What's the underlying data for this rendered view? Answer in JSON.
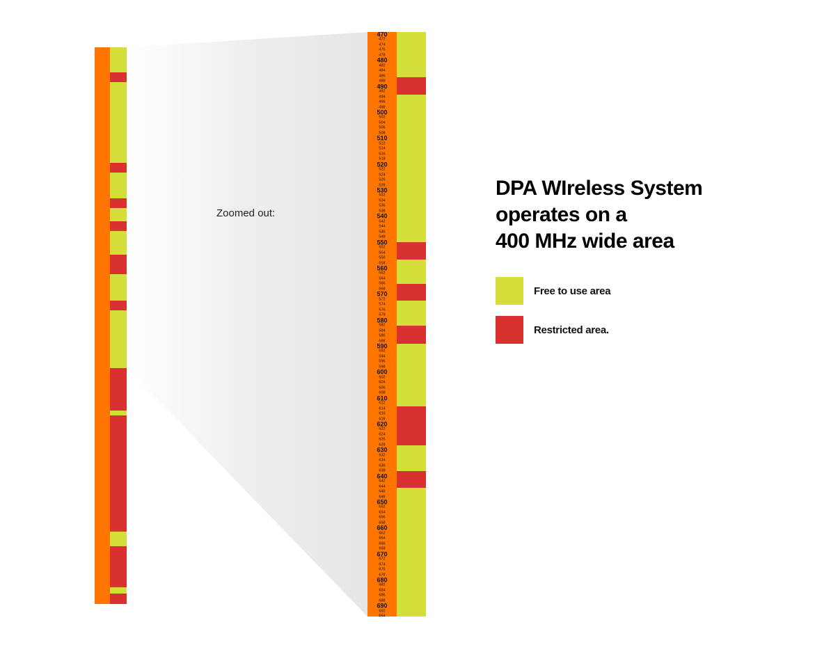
{
  "colors": {
    "spectrum": "#ff7500",
    "free": "#d4df3c",
    "restricted": "#d93030"
  },
  "caption": "Zoomed out:",
  "title_lines": [
    "DPA WIreless System",
    "operates on a",
    "400 MHz wide area"
  ],
  "legend": [
    {
      "label": "Free to use area",
      "color": "#d4df3c"
    },
    {
      "label": "Restricted area.",
      "color": "#d93030"
    }
  ],
  "overview": {
    "unit": "fraction of full range",
    "restricted": [
      [
        0.045,
        0.0625
      ],
      [
        0.2075,
        0.225
      ],
      [
        0.271,
        0.289
      ],
      [
        0.3125,
        0.33
      ],
      [
        0.3725,
        0.4075
      ],
      [
        0.455,
        0.4725
      ],
      [
        0.576,
        0.6525
      ],
      [
        0.66125,
        0.87
      ],
      [
        0.89625,
        0.97
      ],
      [
        0.98125,
        1.0
      ]
    ]
  },
  "zoomed": {
    "unit": "MHz",
    "start": 470,
    "end": 695,
    "label_step": 2,
    "major_step": 10,
    "restricted": [
      [
        487.5,
        494
      ],
      [
        551,
        557.5
      ],
      [
        567,
        573.5
      ],
      [
        583,
        590
      ],
      [
        614,
        629
      ],
      [
        639,
        645.5
      ]
    ]
  }
}
